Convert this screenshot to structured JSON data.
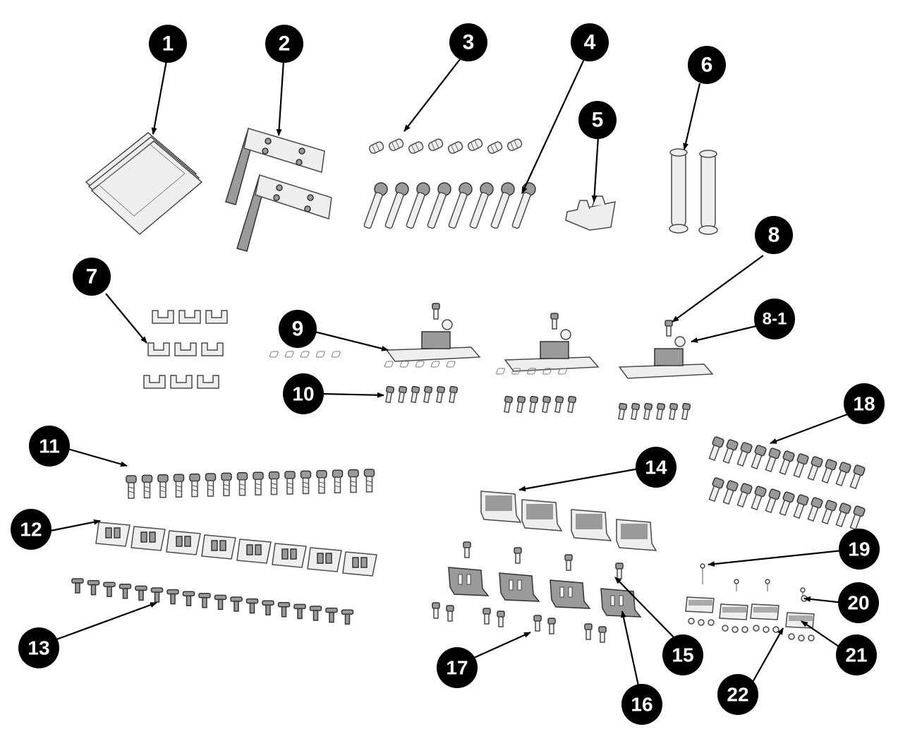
{
  "colors": {
    "badge": "#000000",
    "badge_text": "#ffffff",
    "part_stroke": "#4a4a4a",
    "part_fill": "#eeeeee"
  },
  "callouts": [
    {
      "id": "c1",
      "label": "1"
    },
    {
      "id": "c2",
      "label": "2"
    },
    {
      "id": "c3",
      "label": "3"
    },
    {
      "id": "c4",
      "label": "4"
    },
    {
      "id": "c5",
      "label": "5"
    },
    {
      "id": "c6",
      "label": "6"
    },
    {
      "id": "c7",
      "label": "7"
    },
    {
      "id": "c8",
      "label": "8"
    },
    {
      "id": "c81",
      "label": "8-1"
    },
    {
      "id": "c9",
      "label": "9"
    },
    {
      "id": "c10",
      "label": "10"
    },
    {
      "id": "c11",
      "label": "11"
    },
    {
      "id": "c12",
      "label": "12"
    },
    {
      "id": "c13",
      "label": "13"
    },
    {
      "id": "c14",
      "label": "14"
    },
    {
      "id": "c15",
      "label": "15"
    },
    {
      "id": "c16",
      "label": "16"
    },
    {
      "id": "c17",
      "label": "17"
    },
    {
      "id": "c18",
      "label": "18"
    },
    {
      "id": "c19",
      "label": "19"
    },
    {
      "id": "c20",
      "label": "20"
    },
    {
      "id": "c21",
      "label": "21"
    },
    {
      "id": "c22",
      "label": "22"
    }
  ]
}
